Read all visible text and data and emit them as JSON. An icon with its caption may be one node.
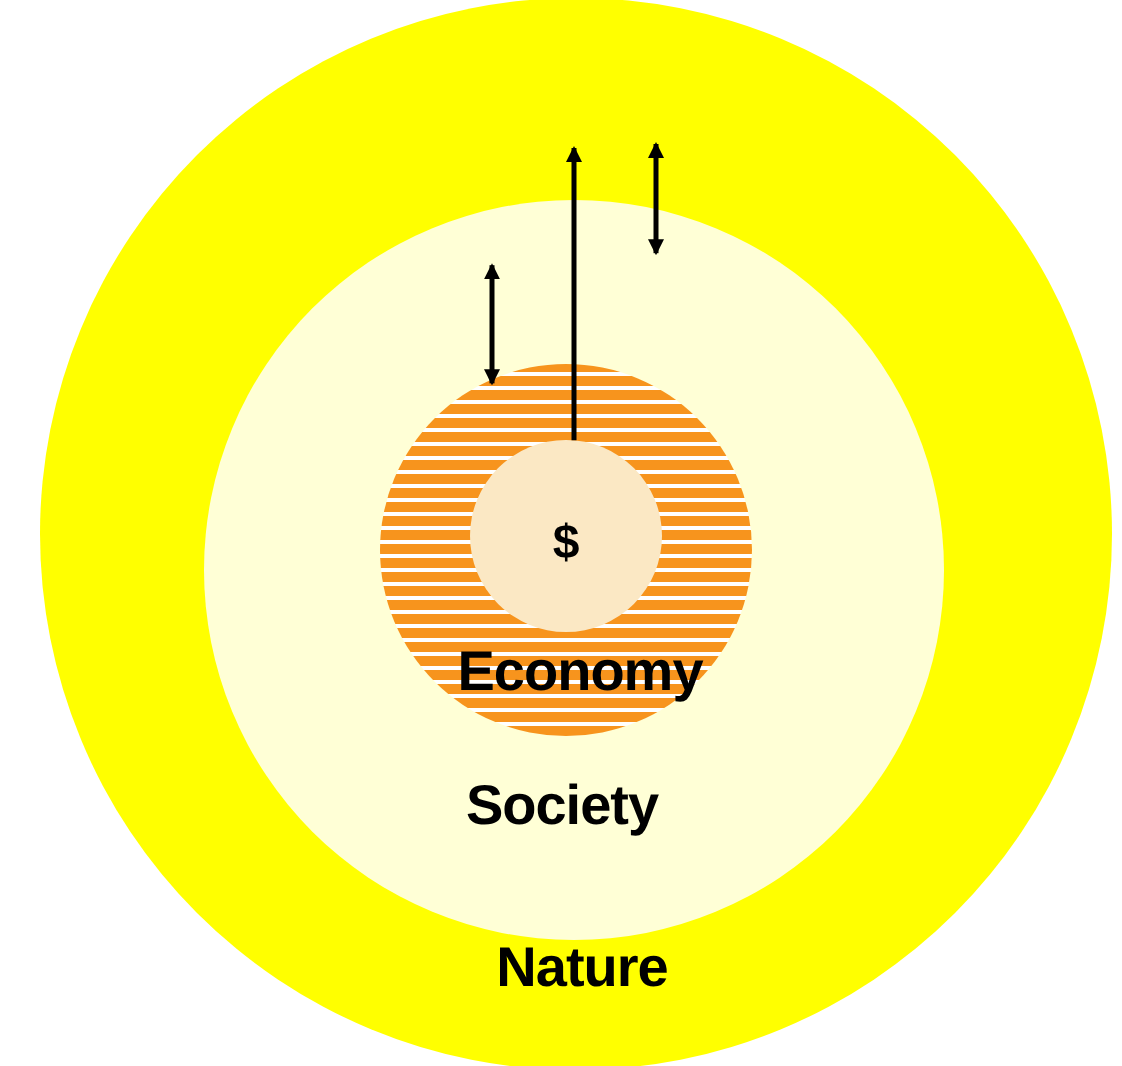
{
  "diagram": {
    "nodes": [
      {
        "text": [
          "Nature"
        ]
      },
      {
        "text": [
          "Society"
        ],
        "in": 0
      },
      {
        "text": [
          "Economy"
        ],
        "in": 1
      },
      {
        "text": [
          "$"
        ],
        "in": 2
      }
    ],
    "edges": [
      {
        "from": 3,
        "to": 0,
        "arrow": "to"
      },
      {
        "from": 2,
        "to": 1,
        "arrow": "both"
      },
      {
        "from": 1,
        "to": 0,
        "arrow": "both"
      }
    ]
  }
}
